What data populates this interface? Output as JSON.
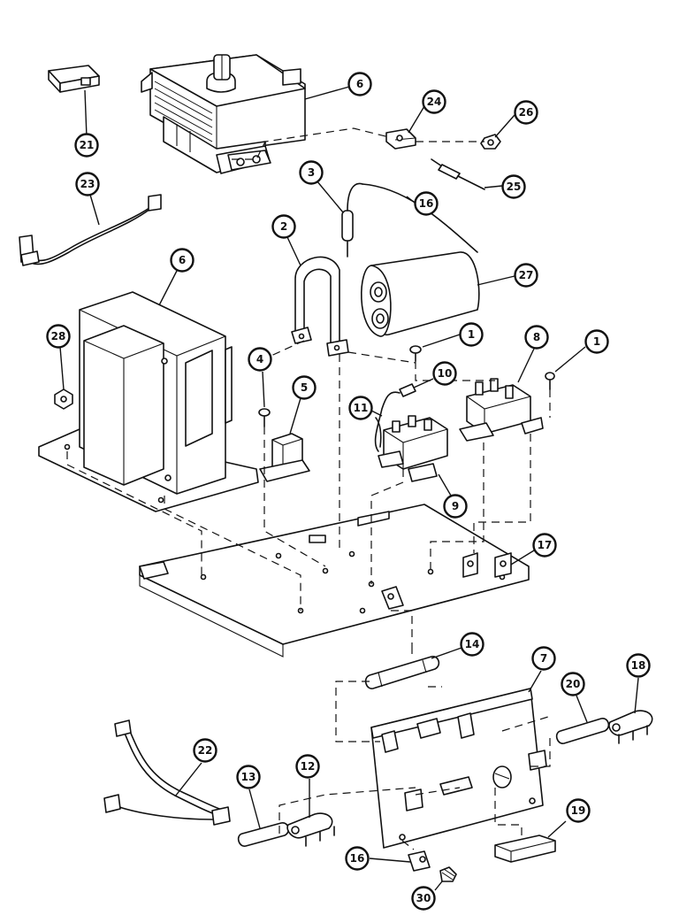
{
  "callouts": [
    {
      "id": "c21",
      "label": "21"
    },
    {
      "id": "c6a",
      "label": "6"
    },
    {
      "id": "c24",
      "label": "24"
    },
    {
      "id": "c26",
      "label": "26"
    },
    {
      "id": "c25",
      "label": "25"
    },
    {
      "id": "c23",
      "label": "23"
    },
    {
      "id": "c3",
      "label": "3"
    },
    {
      "id": "c16a",
      "label": "16"
    },
    {
      "id": "c2",
      "label": "2"
    },
    {
      "id": "c6b",
      "label": "6"
    },
    {
      "id": "c27",
      "label": "27"
    },
    {
      "id": "c28",
      "label": "28"
    },
    {
      "id": "c1a",
      "label": "1"
    },
    {
      "id": "c8",
      "label": "8"
    },
    {
      "id": "c1b",
      "label": "1"
    },
    {
      "id": "c4",
      "label": "4"
    },
    {
      "id": "c10",
      "label": "10"
    },
    {
      "id": "c5",
      "label": "5"
    },
    {
      "id": "c11",
      "label": "11"
    },
    {
      "id": "c9",
      "label": "9"
    },
    {
      "id": "c17",
      "label": "17"
    },
    {
      "id": "c14",
      "label": "14"
    },
    {
      "id": "c7",
      "label": "7"
    },
    {
      "id": "c18",
      "label": "18"
    },
    {
      "id": "c20",
      "label": "20"
    },
    {
      "id": "c22",
      "label": "22"
    },
    {
      "id": "c13",
      "label": "13"
    },
    {
      "id": "c12",
      "label": "12"
    },
    {
      "id": "c19",
      "label": "19"
    },
    {
      "id": "c16b",
      "label": "16"
    },
    {
      "id": "c30",
      "label": "30"
    }
  ]
}
